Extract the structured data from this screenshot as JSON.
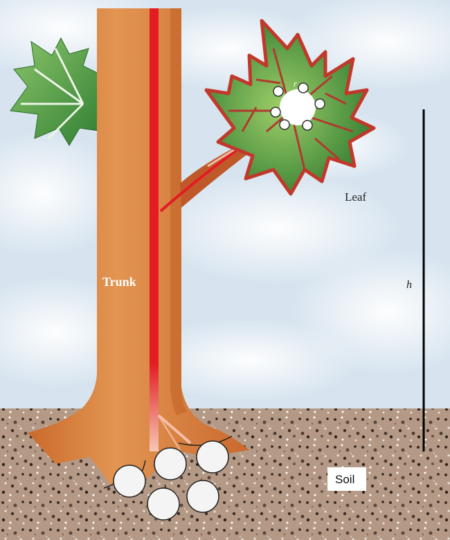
{
  "diagram": {
    "labels": {
      "trunk": "Trunk",
      "leaf": "Leaf",
      "soil": "Soil",
      "height_symbol": "h",
      "radius_symbol": "r"
    },
    "colors": {
      "sky": "#dfe9f2",
      "cloud": "#ffffff",
      "trunk": "#d9813f",
      "trunk_shadow": "#b8622a",
      "xylem": "#e31b23",
      "leaf_green": "#3f8a3a",
      "leaf_edge": "#c0392b",
      "soil": "#a88a74",
      "soil_dark": "#4a3830",
      "bar": "#000000"
    },
    "icons": [
      "maple-leaf-icon",
      "maple-leaf-silhouette-icon",
      "root-hair-icon"
    ]
  }
}
